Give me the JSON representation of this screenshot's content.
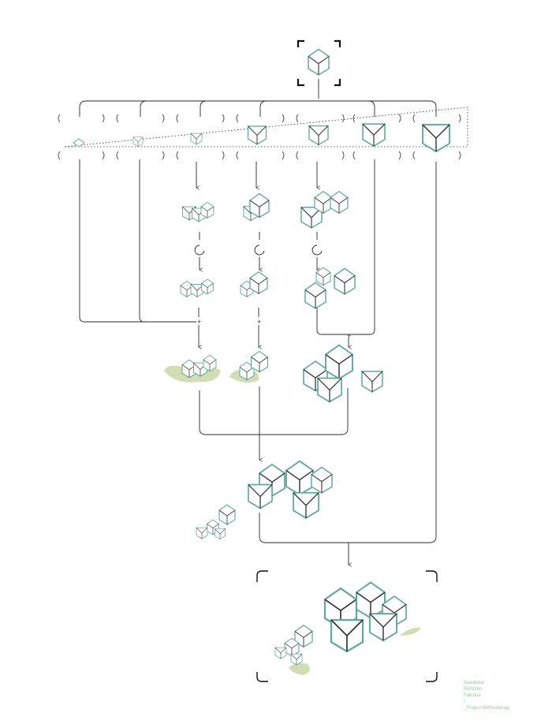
{
  "caption": {
    "lines": [
      "Aiaraldea",
      "Ekintzen",
      "Faktoria",
      "/",
      "_Project Methodology"
    ]
  },
  "colors": {
    "accent": "#5fa89a",
    "stroke": "#2b2b2b",
    "ground": "#c9d8a6",
    "caption": "#9ec4a6"
  },
  "icons": [
    "base-cube-icon",
    "iteration-icon",
    "plus-icon",
    "arrow-down-icon",
    "cube-cluster-icon"
  ]
}
